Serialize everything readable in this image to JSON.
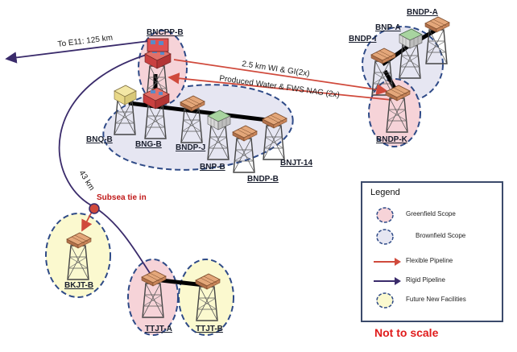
{
  "platforms": {
    "bncpp_b": "BNCPP-B",
    "bndp_a": "BNDP-A",
    "bnp_a": "BNP-A",
    "bndp_i": "BNDP-I",
    "bndp_k": "BNDP-K",
    "bnq_b": "BNQ-B",
    "bng_b": "BNG-B",
    "bndp_j": "BNDP-J",
    "bnp_b": "BNP-B",
    "bnjt_14": "BNJT-14",
    "bndp_b": "BNDP-B",
    "bkjt_b": "BKJT-B",
    "ttjt_a": "TTJT-A",
    "ttjt_b": "TTJT-B"
  },
  "routes": {
    "to_e11": "To E11: 125 km",
    "wi_gi": "2.5 km WI & GI(2x)",
    "produced_water": "Produced Water & FWS NAG (2x)",
    "km_43": "43 km",
    "subsea_tie_in": "Subsea tie in"
  },
  "legend": {
    "title": "Legend",
    "greenfield": "Greenfield Scope",
    "brownfield": "Brownfield Scope",
    "flexible": "Flexible Pipeline",
    "rigid": "Rigid Pipeline",
    "future": "Future New Facilities"
  },
  "note": "Not to scale",
  "colors": {
    "greenfield_fill": "#f6d3d8",
    "brownfield_fill": "#e6e6f2",
    "future_fill": "#fbf9cf",
    "dash_border": "#2e4a87",
    "flexible_pipe": "#d04a3c",
    "rigid_pipe": "#3a2b6b",
    "accent_red": "#e01b1b"
  }
}
